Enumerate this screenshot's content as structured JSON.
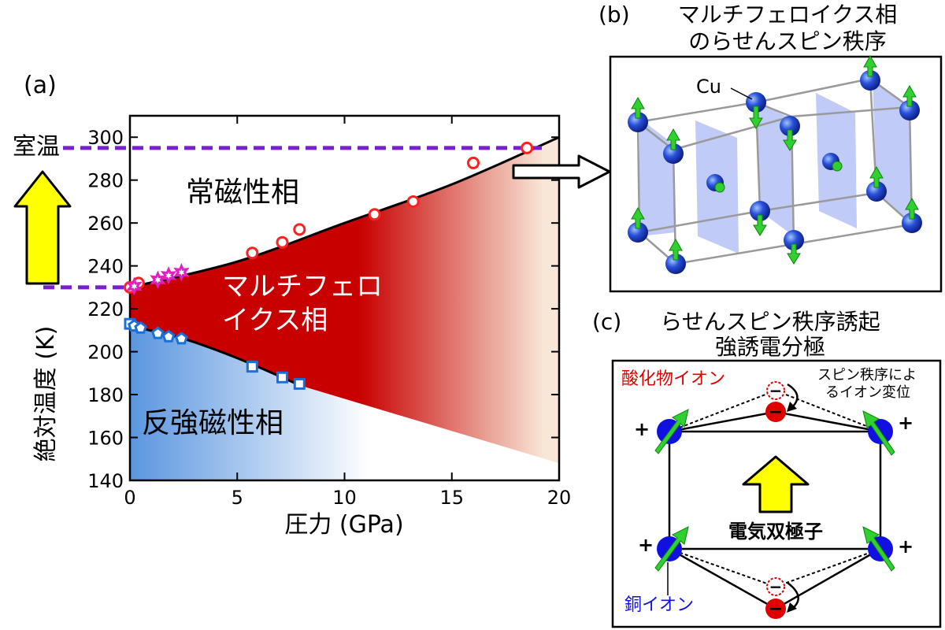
{
  "panel_a": {
    "label": "(a)",
    "room_temp_label": "室温",
    "paramagnetic_label": "常磁性相",
    "multiferroic_label_line1": "マルチフェロ",
    "multiferroic_label_line2": "イクス相",
    "antiferro_label": "反強磁性相",
    "colors": {
      "multiferroic_red": "#c80000",
      "antiferro_blue": "#5a96e0",
      "paraelectric_cream": "#f8e6d6",
      "guide_purple": "#7a1fd0",
      "arrow_yellow": "#ffff00",
      "red_marker": "#ff2020",
      "pink_marker": "#e020c0",
      "blue_marker": "#1a6fd8"
    }
  },
  "chart_data": {
    "type": "scatter",
    "xlabel": "圧力 (GPa)",
    "ylabel": "絶対温度 (K)",
    "xlim": [
      0,
      20
    ],
    "ylim": [
      140,
      310
    ],
    "xticks": [
      0,
      5,
      10,
      15,
      20
    ],
    "yticks": [
      140,
      160,
      180,
      200,
      220,
      240,
      260,
      280,
      300
    ],
    "grid": false,
    "guide_lines_y": [
      295,
      230
    ],
    "series": [
      {
        "marker": "circle",
        "color": "#ff2020",
        "points": [
          [
            0,
            230
          ],
          [
            0.4,
            232
          ],
          [
            5.7,
            246
          ],
          [
            7.1,
            251
          ],
          [
            7.9,
            257
          ],
          [
            11.4,
            264
          ],
          [
            13.2,
            270
          ],
          [
            16,
            288
          ],
          [
            18.5,
            295
          ]
        ]
      },
      {
        "marker": "star",
        "color": "#e020c0",
        "points": [
          [
            0.2,
            230.5
          ],
          [
            1.3,
            233.5
          ],
          [
            1.8,
            235.5
          ],
          [
            2.4,
            237
          ]
        ]
      },
      {
        "marker": "square",
        "color": "#1a6fd8",
        "points": [
          [
            0,
            213
          ],
          [
            5.7,
            193
          ],
          [
            7.1,
            188
          ],
          [
            7.9,
            185
          ]
        ]
      },
      {
        "marker": "pentagon",
        "color": "#1a6fd8",
        "points": [
          [
            0.2,
            212
          ],
          [
            0.5,
            211
          ],
          [
            1.3,
            208.5
          ],
          [
            1.8,
            207
          ],
          [
            2.4,
            206
          ]
        ]
      }
    ],
    "upper_boundary": [
      [
        0,
        230
      ],
      [
        5,
        242
      ],
      [
        10,
        260
      ],
      [
        15,
        278
      ],
      [
        20,
        300
      ]
    ],
    "lower_boundary": [
      [
        0,
        212
      ],
      [
        2.5,
        206
      ],
      [
        5,
        197
      ],
      [
        8,
        184
      ]
    ]
  },
  "panel_b": {
    "label": "(b)",
    "title_line1": "マルチフェロイクス相",
    "title_line2": "のらせんスピン秩序",
    "cu_label": "Cu"
  },
  "panel_c": {
    "label": "(c)",
    "title_line1": "らせんスピン秩序誘起",
    "title_line2": "強誘電分極",
    "oxide_label": "酸化物イオン",
    "shift_line1": "スピン秩序によ",
    "shift_line2": "るイオン変位",
    "dipole_label": "電気双極子",
    "copper_label": "銅イオン",
    "plus": "+",
    "minus": "−"
  }
}
